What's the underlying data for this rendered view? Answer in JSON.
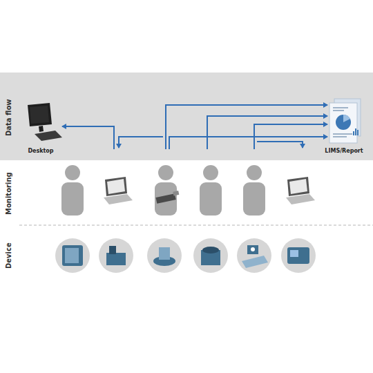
{
  "diagram": {
    "nodes": [
      {
        "text": [
          "Desktop"
        ]
      },
      {
        "text": [
          "LIMS/Report"
        ]
      }
    ],
    "labels": [
      "Data flow",
      "Monitoring",
      "Device"
    ]
  }
}
